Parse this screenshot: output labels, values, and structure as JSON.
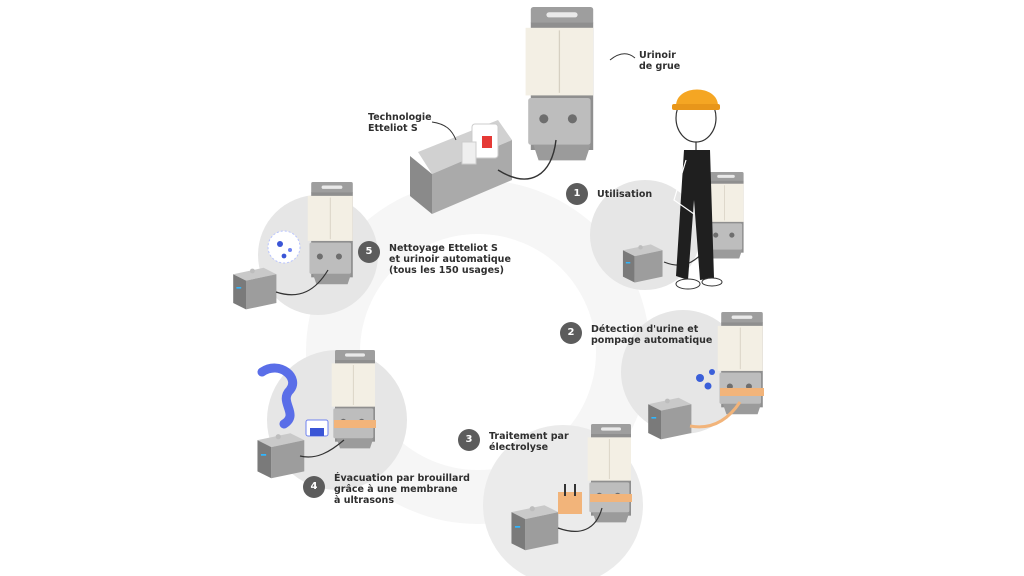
{
  "colors": {
    "background": "#ffffff",
    "ring": "#efefef",
    "blob": "#e4e4e4",
    "badge": "#5c5c5c",
    "badge_text": "#ffffff",
    "text": "#2f2f2f",
    "urine": "#f2b47a",
    "mist": "#5a6ee8",
    "helmet": "#f5a623",
    "steel": "#a9a9a9",
    "panel": "#f3efe4"
  },
  "labels": {
    "urinoir": [
      "Urinoir",
      "de grue"
    ],
    "technologie": [
      "Technologie",
      "Etteliot S"
    ]
  },
  "steps": [
    {
      "number": "1",
      "lines": [
        "Utilisation"
      ]
    },
    {
      "number": "2",
      "lines": [
        "Détection d'urine et",
        "pompage automatique"
      ]
    },
    {
      "number": "3",
      "lines": [
        "Traitement par",
        "électrolyse"
      ]
    },
    {
      "number": "4",
      "lines": [
        "Évacuation par brouillard",
        "grâce à une membrane",
        "à ultrasons"
      ]
    },
    {
      "number": "5",
      "lines": [
        "Nettoyage Etteliot S",
        "et urinoir automatique",
        "(tous les 150 usages)"
      ]
    }
  ]
}
